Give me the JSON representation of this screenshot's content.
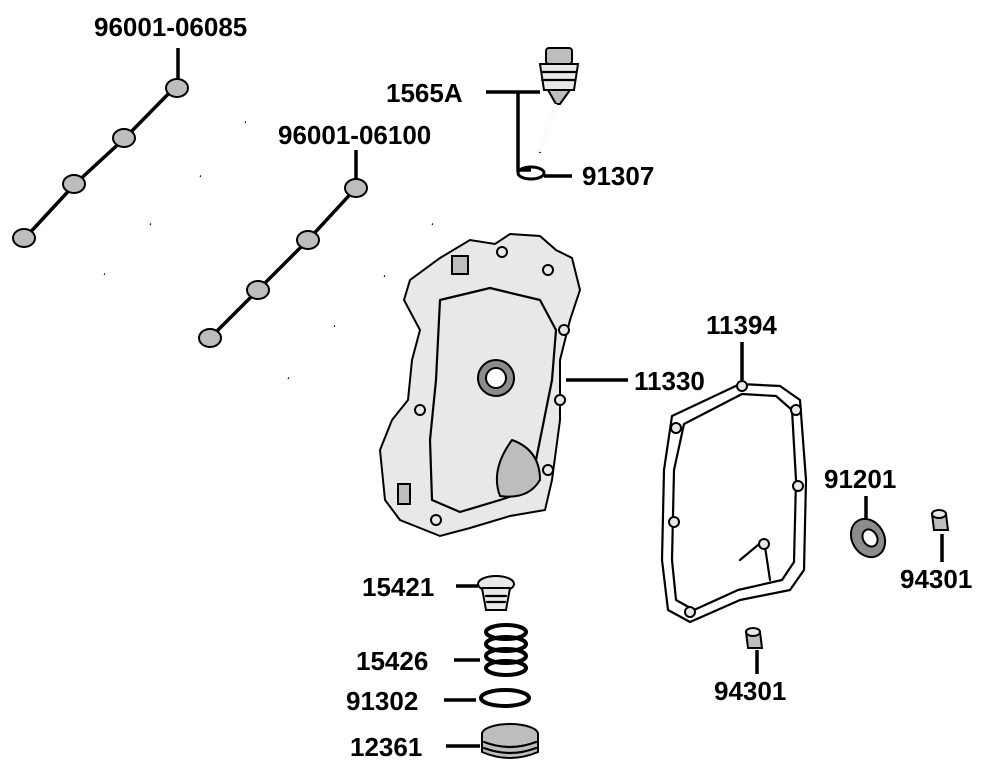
{
  "labels": {
    "bolts_long": "96001-06085",
    "bolts_short": "96001-06100",
    "dipstick": "1565A",
    "oring_small": "91307",
    "cover": "11330",
    "gasket": "11394",
    "oil_seal": "91201",
    "dowel_right": "94301",
    "dowel_bottom": "94301",
    "strainer": "15421",
    "spring": "15426",
    "oring_drain": "91302",
    "drain_plug": "12361"
  }
}
